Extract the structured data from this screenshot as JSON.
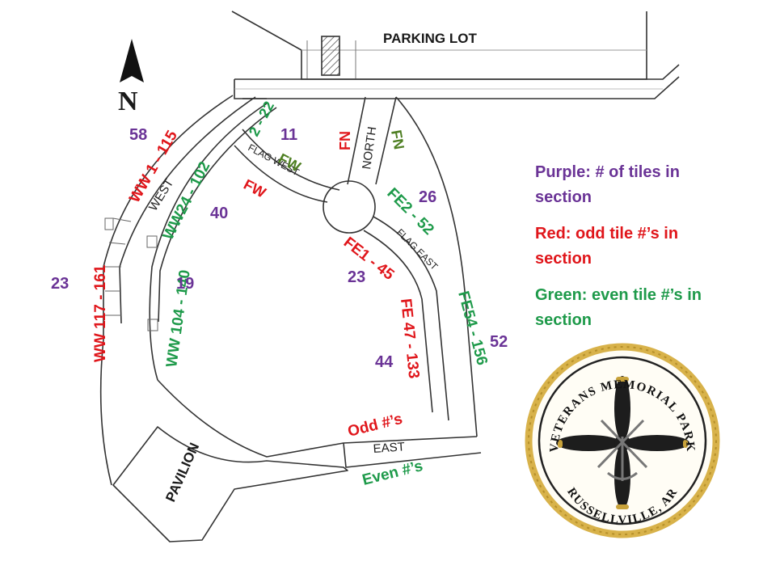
{
  "map": {
    "parking_lot": "PARKING LOT",
    "north_arrow": "N",
    "pavilion": "PAVILION",
    "paths": {
      "west": "WEST",
      "flag_west": "FLAG WEST",
      "north": "NORTH",
      "flag_east": "FLAG EAST",
      "east": "EAST"
    },
    "ranges": {
      "ww_1_115": "WW 1 - 115",
      "ww_117_161": "WW 117 - 161",
      "ww_24_102": "WW24 - 102",
      "ww_104_140": "WW 104 - 140",
      "fw_2_22": "2 - 22",
      "fw_green": "FW",
      "fw_red": "FW",
      "fn_red": "FN",
      "fn_green": "FN",
      "fe2_52": "FE2 - 52",
      "fe1_45": "FE1 - 45",
      "fe_47_133": "FE 47 - 133",
      "fe_54_156": "FE54 - 156"
    },
    "tile_counts": {
      "west_top": "58",
      "flag_west_top": "11",
      "west_inner": "40",
      "ww_outer": "23",
      "ww_inner": "19",
      "flag_east_top": "26",
      "fe_inner": "23",
      "fe_outer": "52",
      "fe_lower": "44"
    },
    "east_labels": {
      "odd": "Odd #’s",
      "even": "Even #’s"
    }
  },
  "legend": {
    "purple": "Purple: # of tiles in section",
    "red": "Red: odd tile #’s in section",
    "green": "Green: even tile #’s in section"
  },
  "seal": {
    "top_text": "VETERANS MEMORIAL PARK",
    "bottom_text": "RUSSELLVILLE, AR"
  },
  "colors": {
    "purple": "#6a3396",
    "red": "#e0161b",
    "green": "#1e9a4a",
    "olive": "#4e7f22",
    "rope": "#d8b24a"
  }
}
